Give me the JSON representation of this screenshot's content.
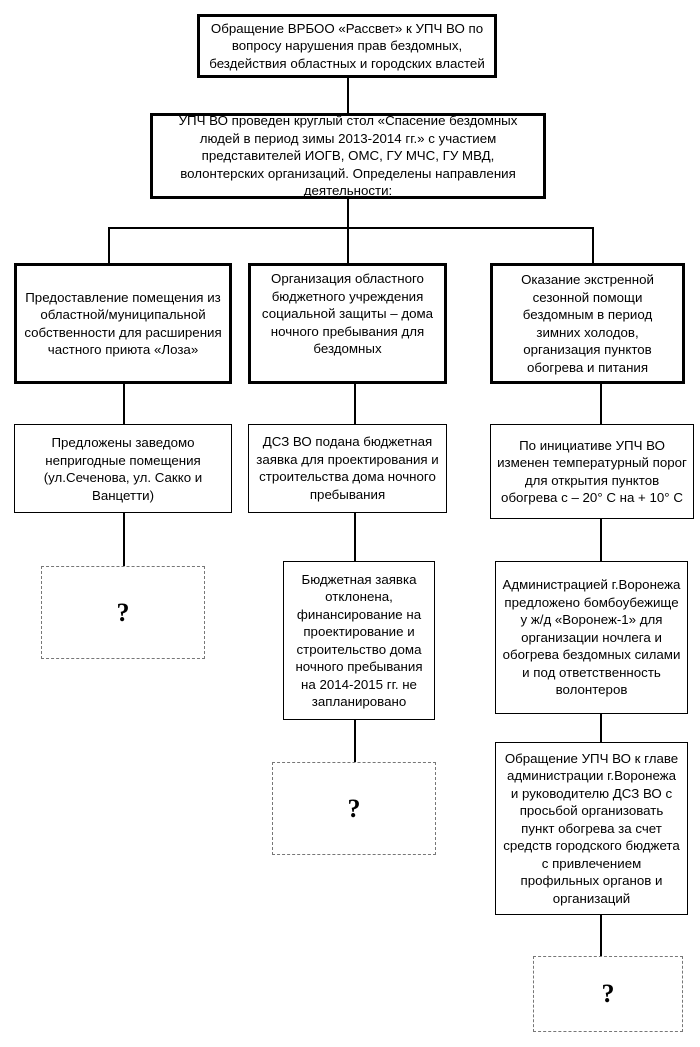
{
  "diagram": {
    "root": "Обращение ВРБОО «Рассвет» к УПЧ ВО по вопросу нарушения прав бездомных, бездействия областных и городских властей",
    "round_table": "УПЧ ВО проведен круглый стол «Спасение бездомных людей в период зимы 2013-2014 гг.» с участием представителей ИОГВ, ОМС, ГУ МЧС, ГУ МВД, волонтерских организаций. Определены направления деятельности:",
    "branches": [
      {
        "direction": "Предоставление помещения из областной/муниципальной собственности для расширения частного приюта «Лоза»",
        "steps": [
          "Предложены заведомо непригодные помещения (ул.Сеченова, ул. Сакко и Ванцетти)"
        ],
        "outcome": "?"
      },
      {
        "direction": "Организация областного бюджетного учреждения социальной защиты – дома ночного пребывания для бездомных",
        "steps": [
          "ДСЗ ВО подана бюджетная заявка для проектирования и строительства дома ночного пребывания",
          "Бюджетная заявка отклонена, финансирование на проектирование и строительство дома ночного пребывания на 2014-2015 гг. не запланировано"
        ],
        "outcome": "?"
      },
      {
        "direction": "Оказание экстренной сезонной помощи бездомным в период зимних холодов, организация пунктов обогрева и питания",
        "steps": [
          "По инициативе УПЧ ВО изменен температурный порог для открытия пунктов обогрева с – 20° С на + 10° С",
          "Администрацией г.Воронежа предложено бомбоубежище у ж/д «Воронеж-1» для организации ночлега и обогрева бездомных силами и под ответственность волонтеров",
          "Обращение УПЧ ВО к главе администрации г.Воронежа и руководителю ДСЗ ВО с просьбой организовать пункт обогрева за счет средств городского бюджета с привлечением профильных органов и организаций"
        ],
        "outcome": "?"
      }
    ]
  }
}
